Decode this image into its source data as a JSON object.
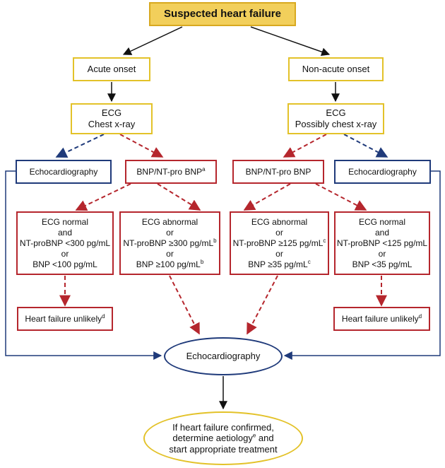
{
  "title": "Suspected heart failure",
  "acute": {
    "onset": "Acute onset",
    "tests": [
      "ECG",
      "Chest x-ray"
    ],
    "echo": "Echocardiography",
    "bnp": "BNP/NT-pro BNP",
    "bnp_sup": "a",
    "normal": [
      "ECG normal",
      "and",
      "NT-proBNP <300 pg/mL",
      "or",
      "BNP <100 pg/mL"
    ],
    "abnormal": [
      {
        "t": "ECG abnormal",
        "s": ""
      },
      {
        "t": "or",
        "s": ""
      },
      {
        "t": "NT-proBNP ≥300 pg/mL",
        "s": "b"
      },
      {
        "t": "or",
        "s": ""
      },
      {
        "t": "BNP ≥100 pg/mL",
        "s": "b"
      }
    ],
    "unlikely": "Heart failure unlikely",
    "unlikely_sup": "d"
  },
  "nonacute": {
    "onset": "Non-acute onset",
    "tests": [
      "ECG",
      "Possibly chest x-ray"
    ],
    "bnp": "BNP/NT-pro BNP",
    "echo": "Echocardiography",
    "abnormal": [
      {
        "t": "ECG abnormal",
        "s": ""
      },
      {
        "t": "or",
        "s": ""
      },
      {
        "t": "NT-proBNP ≥125 pg/mL",
        "s": "c"
      },
      {
        "t": "or",
        "s": ""
      },
      {
        "t": "BNP ≥35 pg/mL",
        "s": "c"
      }
    ],
    "normal": [
      "ECG normal",
      "and",
      "NT-proBNP <125 pg/mL",
      "or",
      "BNP <35 pg/mL"
    ],
    "unlikely": "Heart failure unlikely",
    "unlikely_sup": "d"
  },
  "echo_center": "Echocardiography",
  "final": [
    {
      "t": "If heart failure confirmed,",
      "s": ""
    },
    {
      "t": "determine aetiology",
      "s": "e",
      "after": " and"
    },
    {
      "t": "start appropriate treatment",
      "s": ""
    }
  ],
  "colors": {
    "red": "#b5262d",
    "blue": "#1f3a7a",
    "black": "#111111",
    "yellow": "#e3c229"
  }
}
